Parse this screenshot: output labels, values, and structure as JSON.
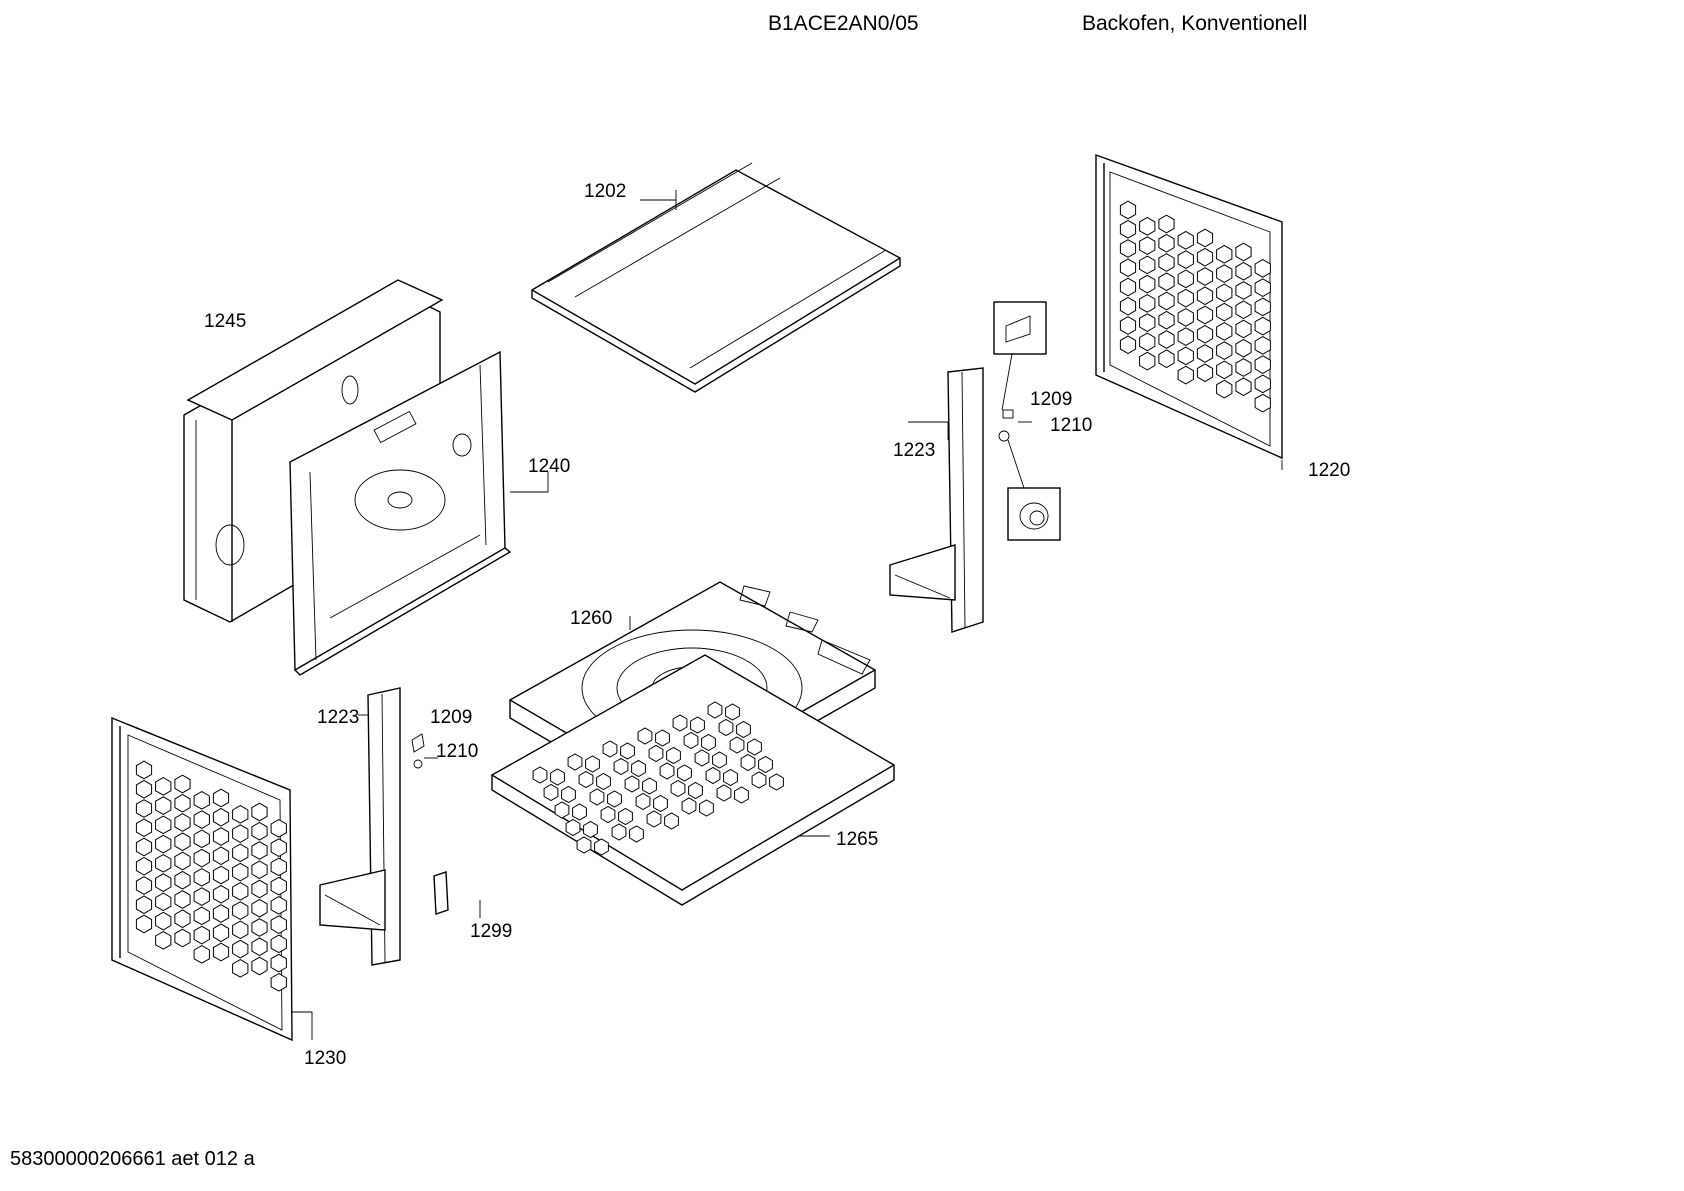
{
  "header": {
    "model": "B1ACE2AN0/05",
    "description": "Backofen, Konventionell"
  },
  "footer": {
    "code": "58300000206661 aet 012 a"
  },
  "callouts": [
    {
      "id": "c1202",
      "label": "1202"
    },
    {
      "id": "c1245",
      "label": "1245"
    },
    {
      "id": "c1240",
      "label": "1240"
    },
    {
      "id": "c1209a",
      "label": "1209"
    },
    {
      "id": "c1210a",
      "label": "1210"
    },
    {
      "id": "c1223a",
      "label": "1223"
    },
    {
      "id": "c1220",
      "label": "1220"
    },
    {
      "id": "c1260",
      "label": "1260"
    },
    {
      "id": "c1223b",
      "label": "1223"
    },
    {
      "id": "c1209b",
      "label": "1209"
    },
    {
      "id": "c1210b",
      "label": "1210"
    },
    {
      "id": "c1265",
      "label": "1265"
    },
    {
      "id": "c1299",
      "label": "1299"
    },
    {
      "id": "c1230",
      "label": "1230"
    }
  ]
}
